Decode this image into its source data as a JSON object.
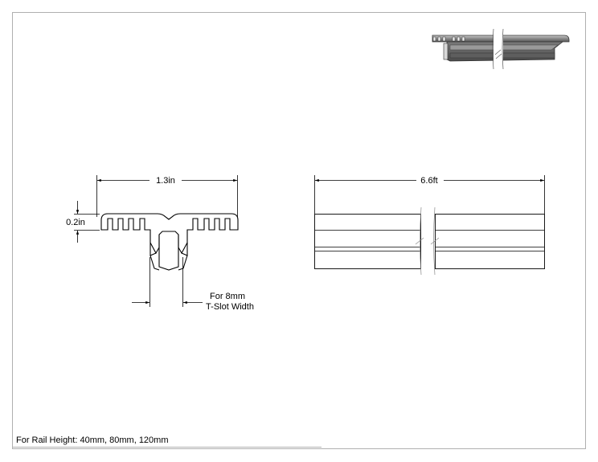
{
  "dimensions": {
    "width": "1.3in",
    "height": "0.2in",
    "length": "6.6ft"
  },
  "slot_note": {
    "line1": "For 8mm",
    "line2": "T-Slot Width"
  },
  "footer": {
    "rail_note": "For Rail Height: 40mm, 80mm, 120mm"
  }
}
